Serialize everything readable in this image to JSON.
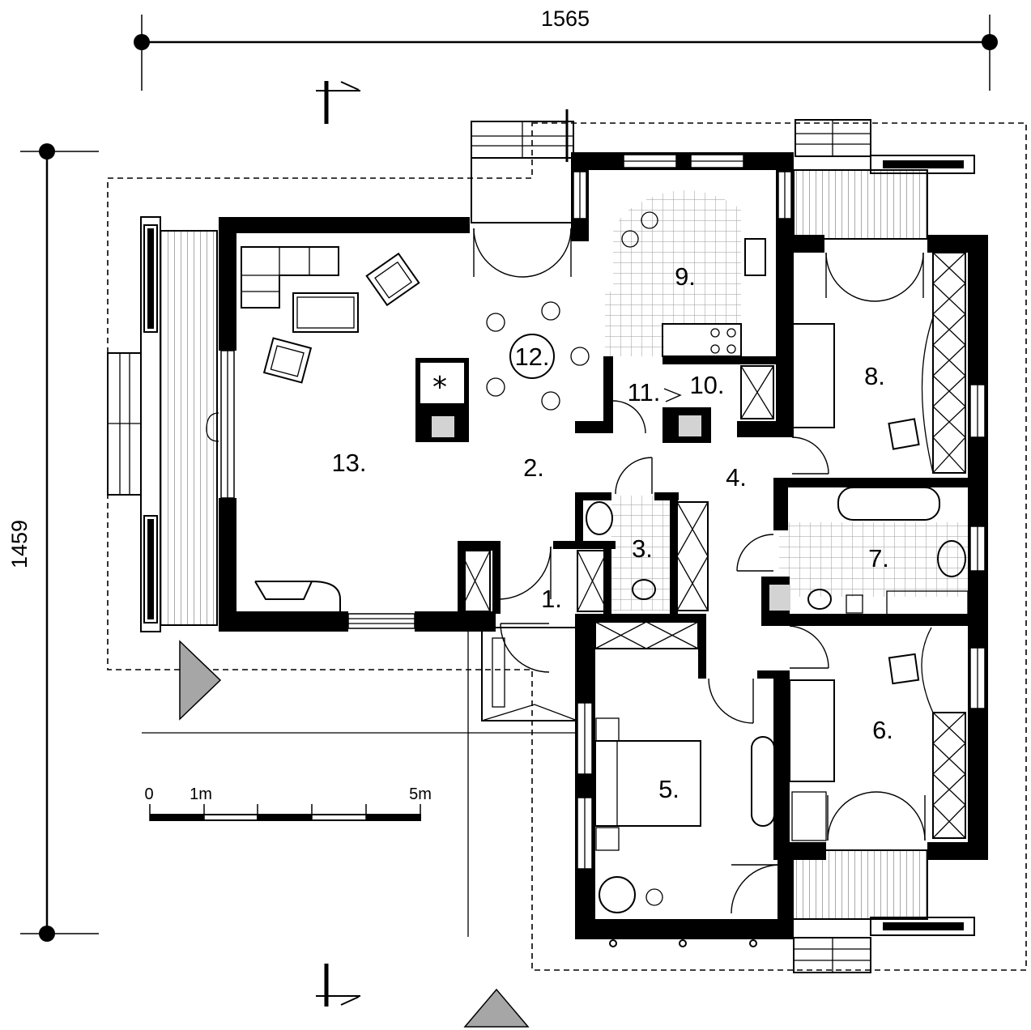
{
  "dimensions": {
    "width": "1565",
    "height": "1459"
  },
  "scale_bar": {
    "zero": "0",
    "one": "1m",
    "five": "5m"
  },
  "rooms": [
    {
      "id": "r1",
      "label": "1."
    },
    {
      "id": "r2",
      "label": "2."
    },
    {
      "id": "r3",
      "label": "3."
    },
    {
      "id": "r4",
      "label": "4."
    },
    {
      "id": "r5",
      "label": "5."
    },
    {
      "id": "r6",
      "label": "6."
    },
    {
      "id": "r7",
      "label": "7."
    },
    {
      "id": "r8",
      "label": "8."
    },
    {
      "id": "r9",
      "label": "9."
    },
    {
      "id": "r10",
      "label": "10."
    },
    {
      "id": "r11",
      "label": "11."
    },
    {
      "id": "r12",
      "label": "12."
    },
    {
      "id": "r13",
      "label": "13."
    }
  ],
  "colors": {
    "wall": "#000000",
    "tile_grid": "#9a9a9a",
    "entrance_marker": "#a6a6a6",
    "fixture_fill": "#d3d3d3"
  },
  "icons": [
    "section-marker-icon",
    "entrance-triangle-icon",
    "fireplace-icon"
  ]
}
